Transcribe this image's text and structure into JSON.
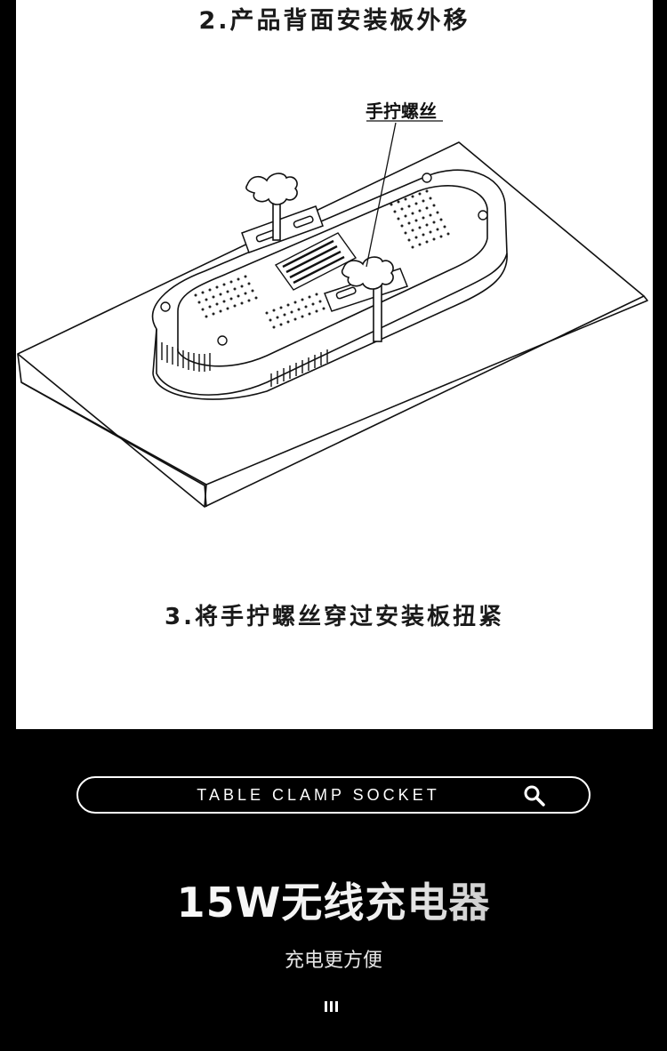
{
  "step2": {
    "title": "2.产品背面安装板外移"
  },
  "illustration": {
    "callout_label": "手拧螺丝"
  },
  "step3": {
    "title": "3.将手拧螺丝穿过安装板扭紧"
  },
  "search_bar": {
    "text": "TABLE CLAMP SOCKET",
    "icon": "search-icon"
  },
  "headline": "15W无线充电器",
  "subtitle": "充电更方便",
  "colors": {
    "background": "#000000",
    "panel": "#ffffff",
    "line_art": "#111111"
  }
}
